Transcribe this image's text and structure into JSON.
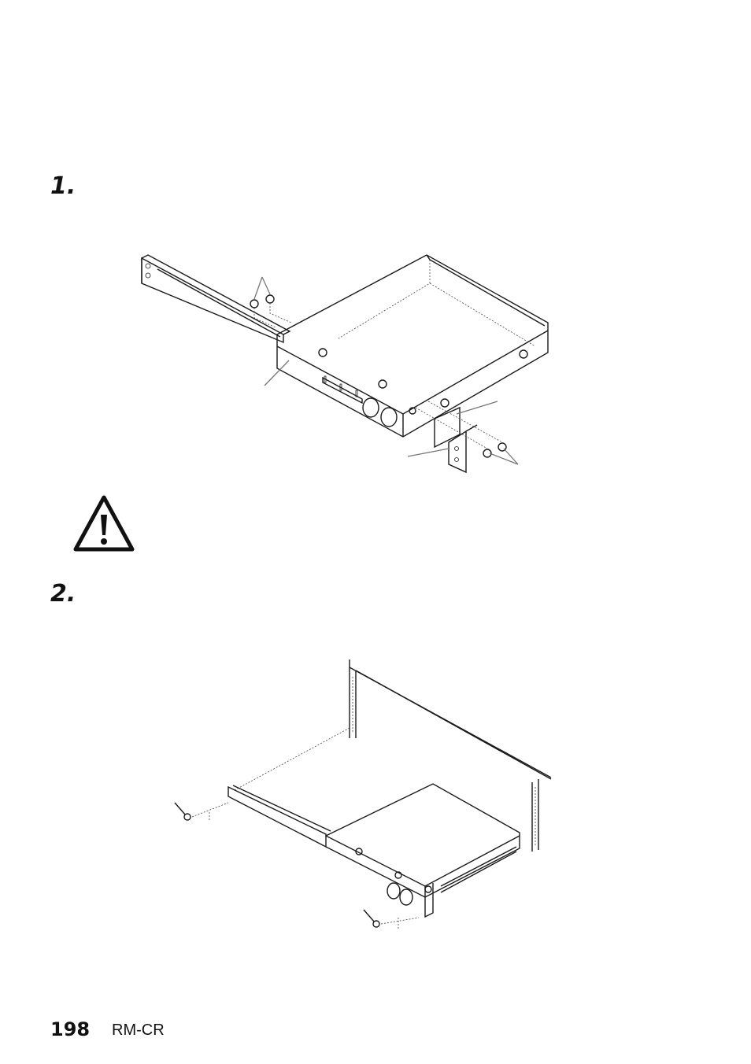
{
  "steps": [
    {
      "number": "1."
    },
    {
      "number": "2."
    }
  ],
  "icons": {
    "warning": "warning-triangle-icon"
  },
  "footer": {
    "page_number": "198",
    "model": "RM-CR"
  }
}
